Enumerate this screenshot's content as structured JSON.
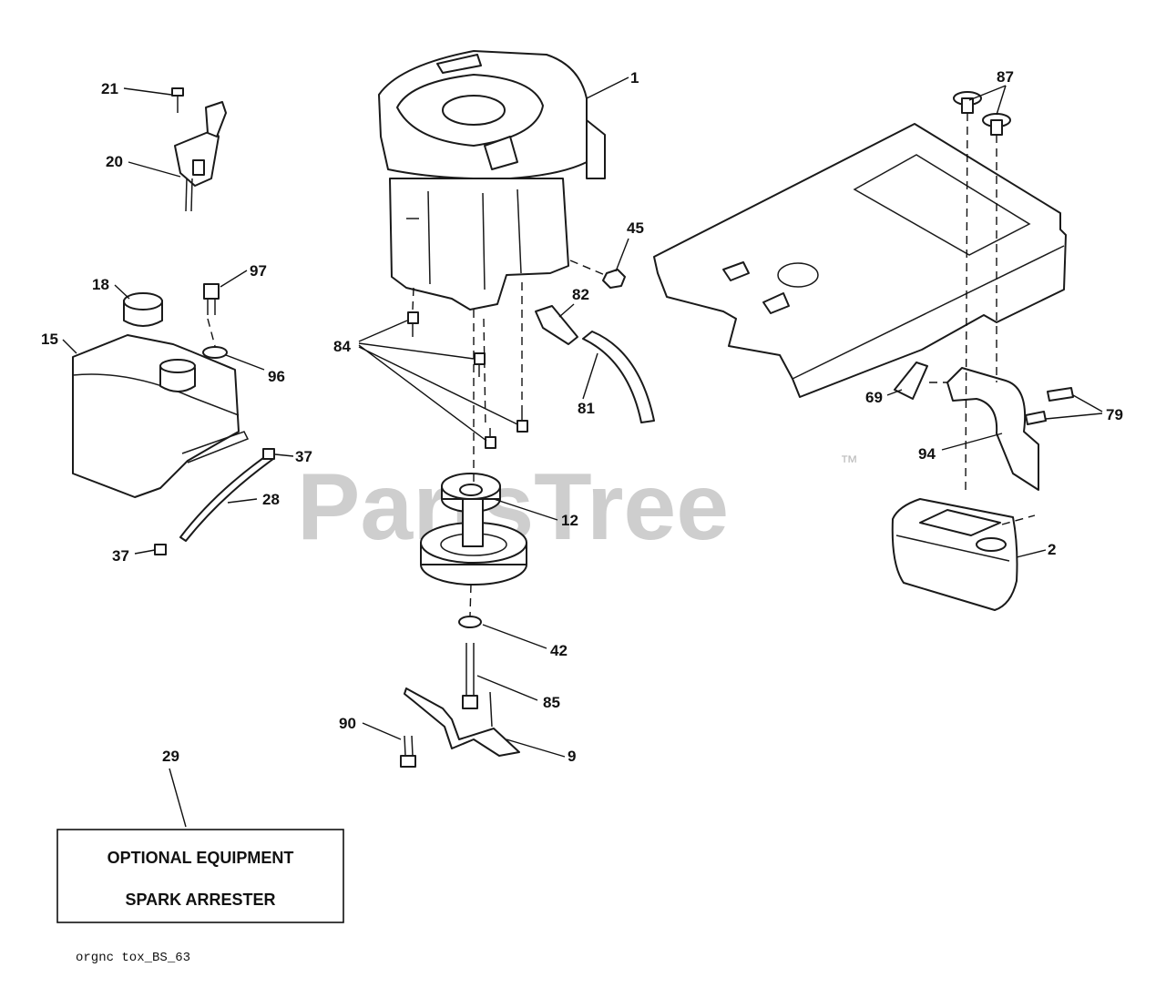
{
  "watermark": {
    "text": "PartsTree",
    "trademark": "™"
  },
  "callouts": {
    "c1": "1",
    "c2": "2",
    "c9": "9",
    "c12": "12",
    "c15": "15",
    "c18": "18",
    "c20": "20",
    "c21": "21",
    "c28": "28",
    "c29": "29",
    "c37a": "37",
    "c37b": "37",
    "c42": "42",
    "c45": "45",
    "c69": "69",
    "c79": "79",
    "c81": "81",
    "c82": "82",
    "c84": "84",
    "c85": "85",
    "c87": "87",
    "c90": "90",
    "c94": "94",
    "c96": "96",
    "c97": "97"
  },
  "notice_box": {
    "line1": "OPTIONAL EQUIPMENT",
    "line2": "SPARK ARRESTER"
  },
  "drawing_code": "orgnc tox_BS_63",
  "colors": {
    "line": "#1a1a1a",
    "watermark": "#bdbdbd",
    "background": "#ffffff"
  }
}
